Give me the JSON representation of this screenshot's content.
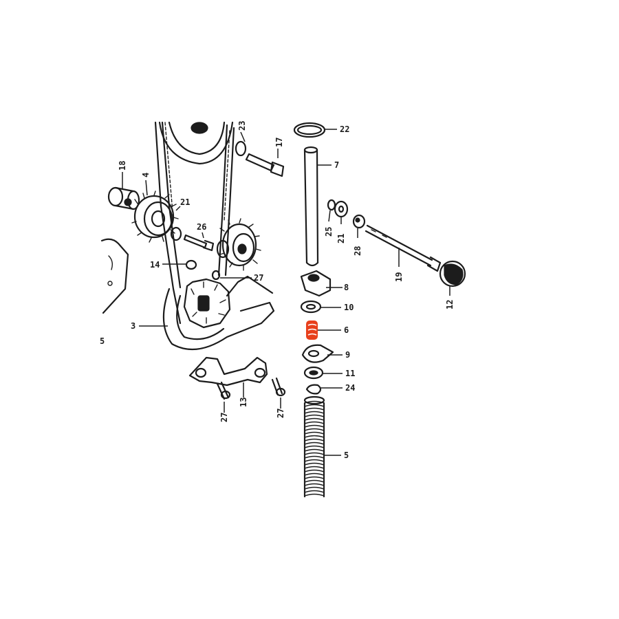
{
  "diagram": {
    "highlight_color": "#e8401c",
    "ink_color": "#1c1c1c",
    "highlighted_part": "6",
    "labels": {
      "l1": "22",
      "l2": "23",
      "l3": "17",
      "l4": "7",
      "l5": "18",
      "l6": "4",
      "l7": "21",
      "l8": "25",
      "l9": "21",
      "l10": "26",
      "l11": "28",
      "l12": "19",
      "l13": "14",
      "l14": "27",
      "l15": "8",
      "l16": "12",
      "l17": "10",
      "l18": "3",
      "l19": "6",
      "l20": "5",
      "l21": "9",
      "l22": "11",
      "l23": "24",
      "l24": "27",
      "l25": "13",
      "l26": "27",
      "l27": "5"
    }
  }
}
